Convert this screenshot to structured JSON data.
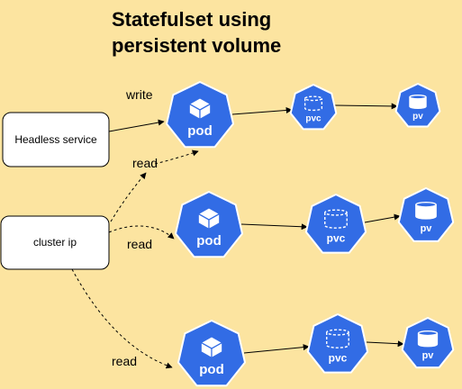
{
  "title": {
    "line1": "Statefulset using",
    "line2": "persistent volume"
  },
  "colors": {
    "background": "#fce4a0",
    "node": "#326ce5",
    "box_fill": "#ffffff",
    "line": "#000000"
  },
  "boxes": {
    "headless": "Headless service",
    "cluster": "cluster ip"
  },
  "edge_labels": {
    "write": "write",
    "read1": "read",
    "read2": "read",
    "read3": "read"
  },
  "rows": [
    {
      "pod": "pod",
      "pod_icon": "cube-icon",
      "pvc": "pvc",
      "pvc_icon": "dashed-cylinder-icon",
      "pv": "pv",
      "pv_icon": "cylinder-icon"
    },
    {
      "pod": "pod",
      "pod_icon": "cube-icon",
      "pvc": "pvc",
      "pvc_icon": "dashed-cylinder-icon",
      "pv": "pv",
      "pv_icon": "cylinder-icon"
    },
    {
      "pod": "pod",
      "pod_icon": "cube-icon",
      "pvc": "pvc",
      "pvc_icon": "dashed-cylinder-icon",
      "pv": "pv",
      "pv_icon": "cylinder-icon"
    }
  ]
}
